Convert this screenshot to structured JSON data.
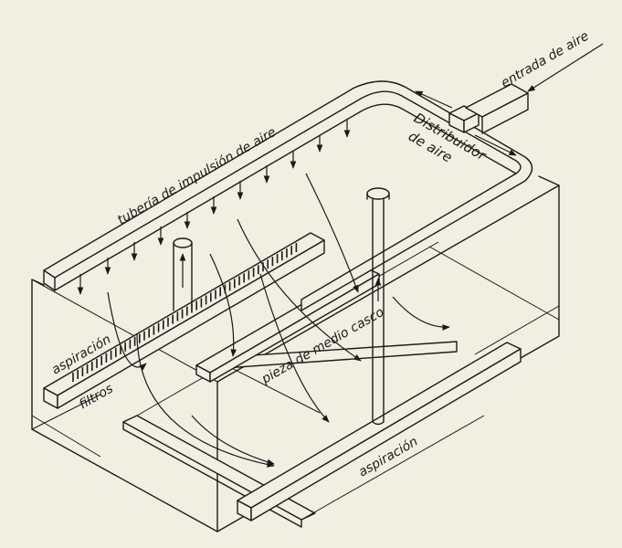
{
  "labels": {
    "entrada_aire": "entrada de aire",
    "tuberia": "tubería de impulsión de aire",
    "distribuidor_1": "Distribuidor",
    "distribuidor_2": "de aire",
    "aspiracion_left": "aspiración",
    "filtros": "filtros",
    "pieza": "pieza de medio casco",
    "aspiracion_bottom": "aspiración"
  },
  "colors": {
    "background": "#f1eee2",
    "ink": "#1a1a1a"
  }
}
